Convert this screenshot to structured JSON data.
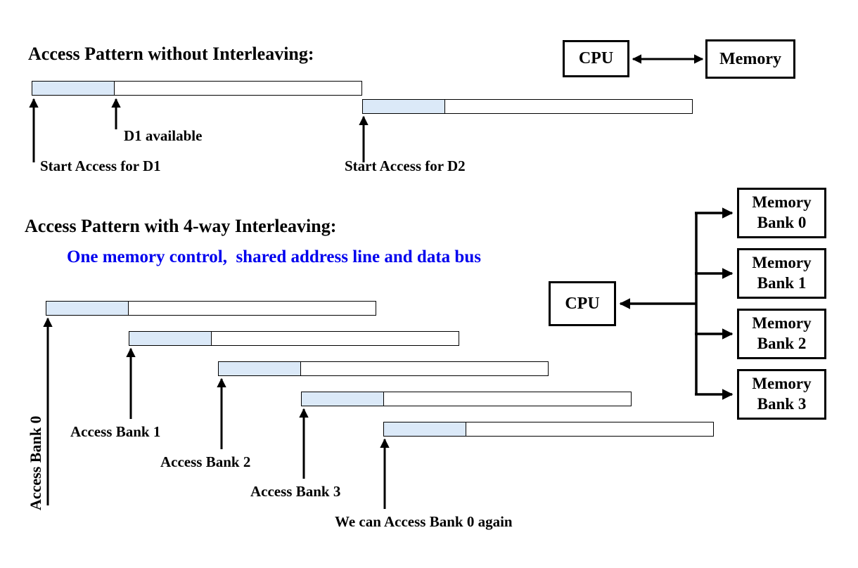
{
  "colors": {
    "bar_fill": "#dbe9f8",
    "accent_blue": "#0000ee"
  },
  "section_no_interleave": {
    "title": "Access Pattern without Interleaving:",
    "label_d1_available": "D1 available",
    "label_start_d1": "Start Access for D1",
    "label_start_d2": "Start Access for D2",
    "cpu": "CPU",
    "memory": "Memory"
  },
  "section_interleave": {
    "title": "Access Pattern with 4-way Interleaving:",
    "subtitle": "One memory control,  shared address line and data bus",
    "label_bank0": "Access Bank 0",
    "label_bank1": "Access Bank 1",
    "label_bank2": "Access Bank 2",
    "label_bank3": "Access Bank 3",
    "label_bank0_again": "We can Access Bank 0 again",
    "cpu": "CPU",
    "banks": [
      {
        "label": "Memory Bank 0"
      },
      {
        "label": "Memory Bank 1"
      },
      {
        "label": "Memory Bank 2"
      },
      {
        "label": "Memory Bank 3"
      }
    ]
  }
}
